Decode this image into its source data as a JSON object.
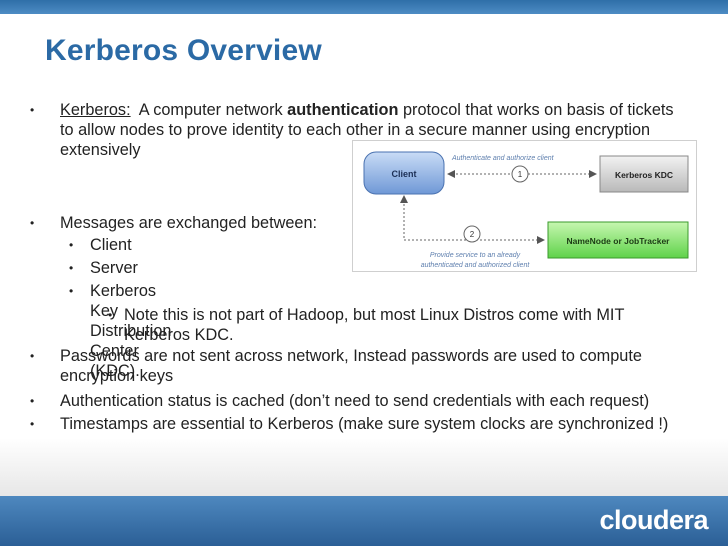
{
  "title": "Kerberos Overview",
  "bullet_char": "•",
  "bullets": {
    "b1": {
      "term": "Kerberos:",
      "pre": "A computer network",
      "bold": "authentication",
      "post": "protocol that works on basis of tickets to allow nodes to prove identity to each other in a secure manner using encryption extensively"
    },
    "b2": {
      "text": "Messages are exchanged between:",
      "sub1": "Client",
      "sub2": "Server",
      "sub3": "Kerberos Key Distribution Center (KDC).",
      "note": "Note this is not part of Hadoop, but most Linux Distros come with MIT Kerberos KDC."
    },
    "b3": "Passwords are not sent across network, Instead passwords are used to compute encryption keys",
    "b4": "Authentication status is cached (don’t need to send credentials with each request)",
    "b5": "Timestamps are essential to Kerberos (make sure system clocks are synchronized !)"
  },
  "diagram": {
    "client": "Client",
    "kdc": "Kerberos KDC",
    "namenode": "NameNode or JobTracker",
    "step1_label": "Authenticate and authorize client",
    "step1_num": "1",
    "step2_label_line1": "Provide service to an already",
    "step2_label_line2": "authenticated and authorized client",
    "step2_num": "2"
  },
  "logo": "cloudera"
}
